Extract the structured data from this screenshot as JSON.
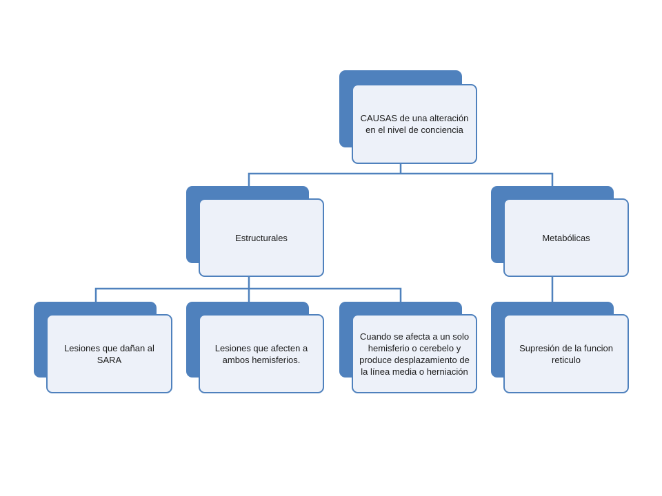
{
  "diagram": {
    "type": "hierarchy",
    "accent_color": "#4f81bd",
    "box_fill_color": "#edf1f9",
    "root": {
      "text": "CAUSAS de una alteración en el nivel de conciencia"
    },
    "branches": [
      {
        "text": "Estructurales",
        "children": [
          {
            "text": "Lesiones que dañan al SARA"
          },
          {
            "text": "Lesiones que afecten a ambos hemisferios."
          },
          {
            "text": "Cuando se afecta a un solo hemisferio o cerebelo y produce desplazamiento de la línea media o herniación"
          }
        ]
      },
      {
        "text": "Metabólicas",
        "children": [
          {
            "text": "Supresión de la funcion reticulo"
          }
        ]
      }
    ]
  }
}
